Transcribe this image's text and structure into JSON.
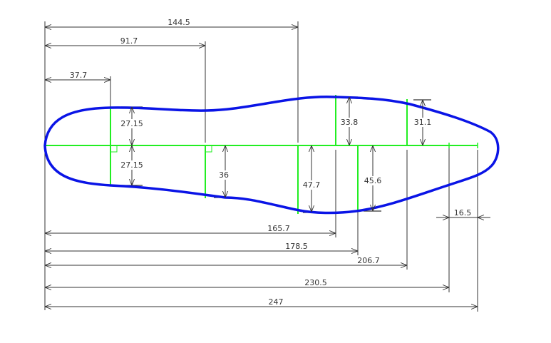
{
  "colors": {
    "outline": "#0a14e6",
    "axis": "#22ee22",
    "dimension": "#333333"
  },
  "horizontal_dimensions": [
    "144.5",
    "91.7",
    "37.7",
    "165.7",
    "178.5",
    "206.7",
    "230.5",
    "247",
    "16.5"
  ],
  "vertical_dimensions": [
    "27.15",
    "27.15",
    "36",
    "47.7",
    "33.8",
    "45.6",
    "31.1"
  ]
}
